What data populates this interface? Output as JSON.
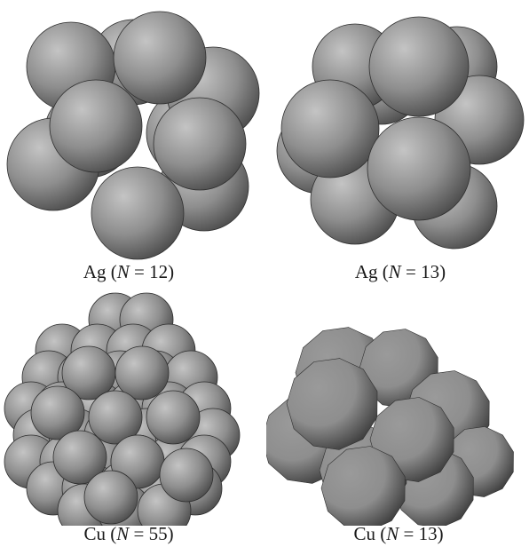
{
  "panels": [
    {
      "element": "Ag",
      "n_label": "N",
      "equals": " = ",
      "n_value": "12"
    },
    {
      "element": "Ag",
      "n_label": "N",
      "equals": " = ",
      "n_value": "13"
    },
    {
      "element": "Cu",
      "n_label": "N",
      "equals": " = ",
      "n_value": "55"
    },
    {
      "element": "Cu",
      "n_label": "N",
      "equals": " = ",
      "n_value": "13"
    }
  ],
  "colors": {
    "sphere_light": "#c4c4c4",
    "sphere_mid": "#8e8e8e",
    "sphere_dark": "#4a4a4a",
    "faceted_light": "#9a9a9a",
    "faceted_dark": "#3c3c3c",
    "outline": "#2e2e2e"
  }
}
